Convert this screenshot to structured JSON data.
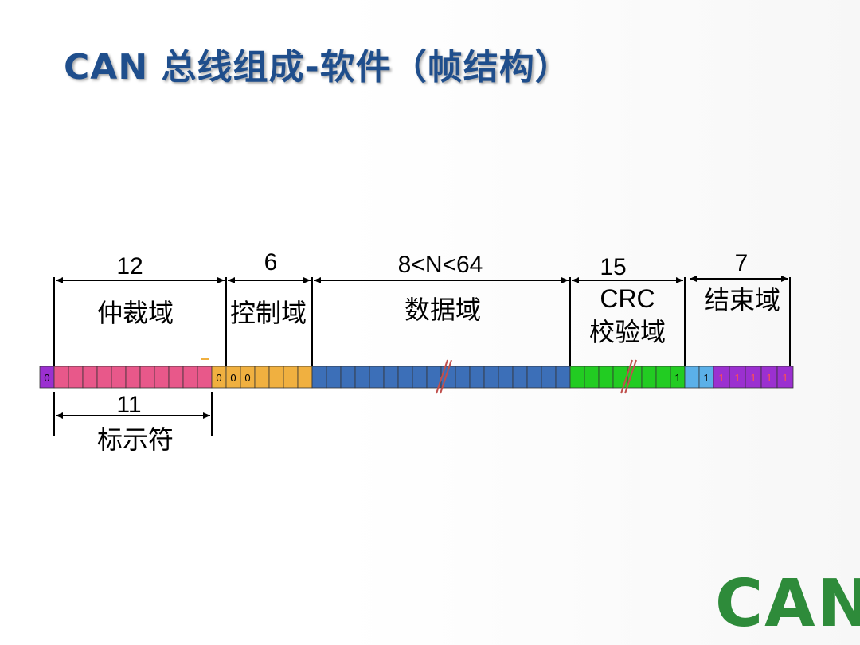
{
  "title": "CAN 总线组成-软件（帧结构）",
  "fields": [
    {
      "count": "12",
      "name": "仲裁域"
    },
    {
      "count": "6",
      "name": "控制域"
    },
    {
      "count": "8<N<64",
      "name": "数据域"
    },
    {
      "count": "15",
      "name_line1": "CRC",
      "name_line2": "校验域"
    },
    {
      "count": "7",
      "name": "结束域"
    }
  ],
  "identifier": {
    "count": "11",
    "name": "标示符"
  },
  "bits": {
    "sof": "0",
    "control": [
      "0",
      "0",
      "0"
    ],
    "crc_delimiter": "1",
    "ack_delimiter": "1",
    "eof": [
      "1",
      "1",
      "1",
      "1",
      "1"
    ]
  },
  "logo_text": "CAN",
  "colors": {
    "title": "#1f4e8c",
    "sof": "#9b30d0",
    "arbitration": "#e8588a",
    "control": "#f0b040",
    "data": "#3c6fb8",
    "crc": "#22cc22",
    "ack": "#5bb0e8",
    "eof": "#9b30d0",
    "break_mark": "#c0504d",
    "logo": "#2e8b3a"
  }
}
